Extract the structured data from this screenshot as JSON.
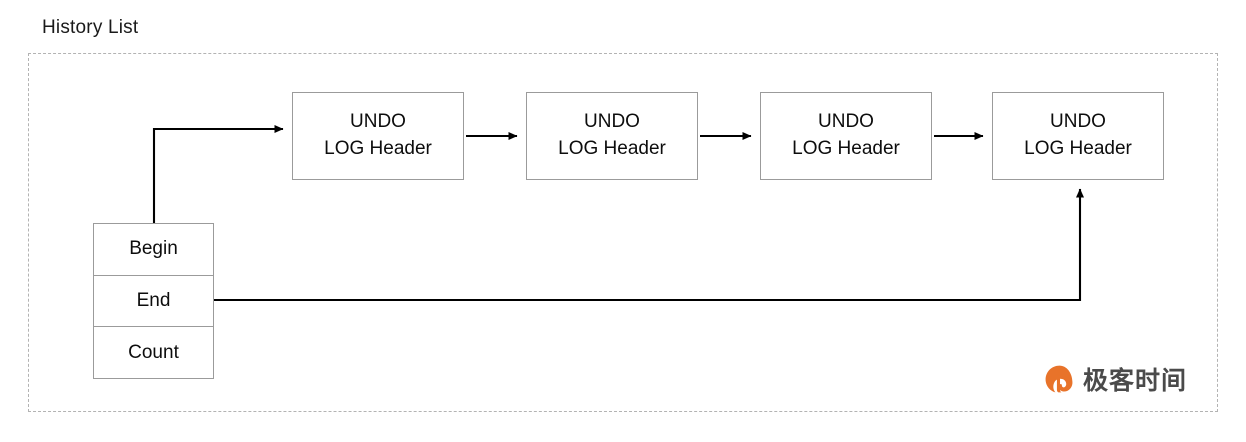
{
  "diagram": {
    "title": "History List",
    "container_border_color": "#b3b3b3",
    "node_border_color": "#9b9b9b",
    "arrow_color": "#000000",
    "nodes": [
      {
        "line1": "UNDO",
        "line2": "LOG Header"
      },
      {
        "line1": "UNDO",
        "line2": "LOG Header"
      },
      {
        "line1": "UNDO",
        "line2": "LOG Header"
      },
      {
        "line1": "UNDO",
        "line2": "LOG Header"
      }
    ],
    "record_table": {
      "rows": [
        {
          "label": "Begin"
        },
        {
          "label": "End"
        },
        {
          "label": "Count"
        }
      ]
    },
    "connections": [
      {
        "from": "Begin",
        "to": "node-1",
        "style": "elbow-arrow"
      },
      {
        "from": "node-1",
        "to": "node-2",
        "style": "straight-arrow"
      },
      {
        "from": "node-2",
        "to": "node-3",
        "style": "straight-arrow"
      },
      {
        "from": "node-3",
        "to": "node-4",
        "style": "straight-arrow"
      },
      {
        "from": "End",
        "to": "node-4",
        "style": "elbow-arrow"
      }
    ]
  },
  "brand": {
    "text": "极客时间",
    "icon": "geektime-logo-icon",
    "color": "#e8732a",
    "text_color": "#4a4a4a"
  }
}
